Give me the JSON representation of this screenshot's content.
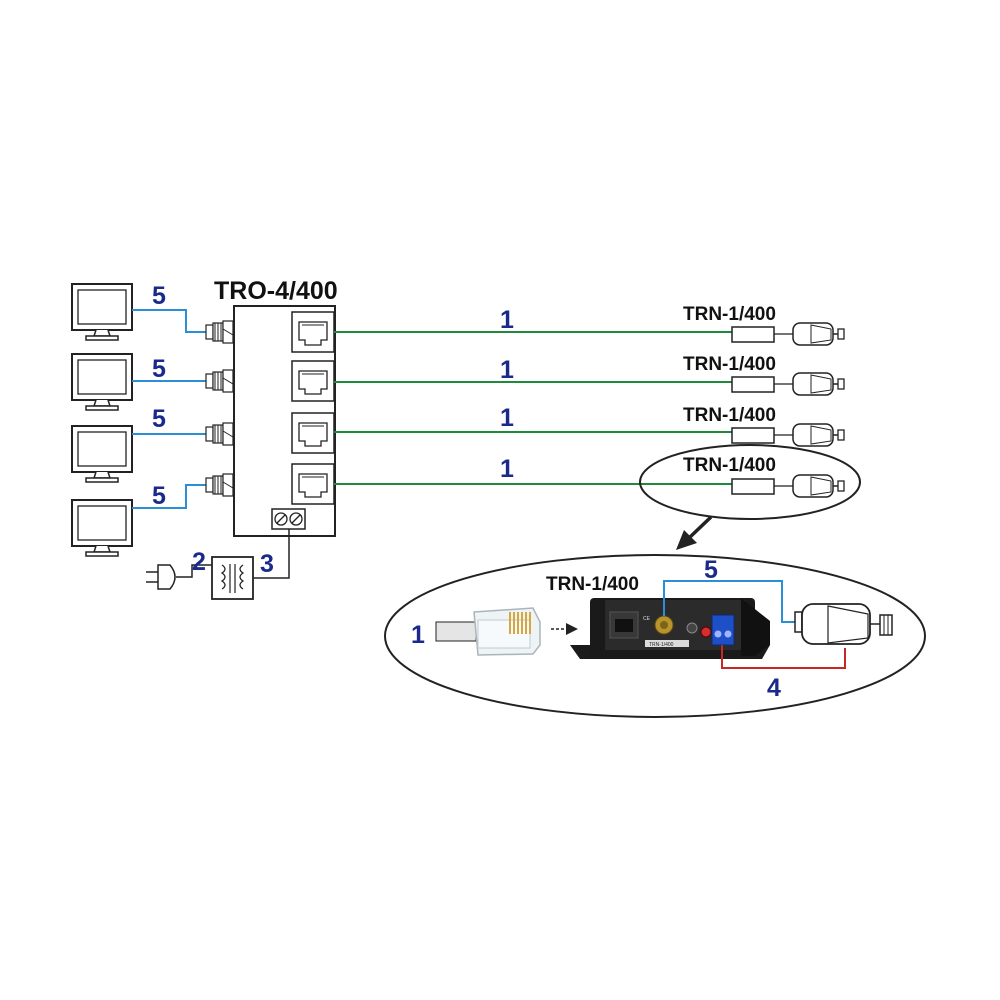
{
  "hub": {
    "title": "TRO-4/400"
  },
  "transceivers": [
    {
      "label": "TRN-1/400",
      "line_num": "1"
    },
    {
      "label": "TRN-1/400",
      "line_num": "1"
    },
    {
      "label": "TRN-1/400",
      "line_num": "1"
    },
    {
      "label": "TRN-1/400",
      "line_num": "1"
    }
  ],
  "monitors": [
    {
      "num": "5"
    },
    {
      "num": "5"
    },
    {
      "num": "5"
    },
    {
      "num": "5"
    }
  ],
  "power": {
    "adapter_num": "2",
    "supply_num": "3"
  },
  "detail": {
    "device_label": "TRN-1/400",
    "rj45_num": "1",
    "video_num": "5",
    "power_num": "4",
    "device_caption": "TRN-1/400"
  },
  "colors": {
    "utp_line": "#1f8a3c",
    "video_line": "#2a8fd4",
    "power_line": "#c62828",
    "text_numbers": "#1b2a8a",
    "outline": "#222222"
  },
  "icons": [
    "monitor-icon",
    "bnc-connector-icon",
    "rj45-socket-icon",
    "camera-icon",
    "power-plug-icon",
    "transformer-icon",
    "terminal-block-icon",
    "rj45-plug-icon",
    "arrow-icon"
  ]
}
